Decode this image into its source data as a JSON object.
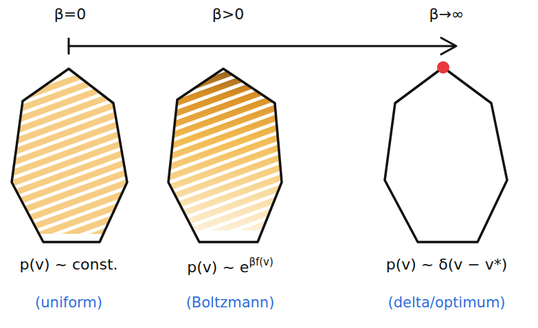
{
  "diagram": {
    "labels": [
      "β=0",
      "β>0",
      "β→∞",
      "p(v) ~ const.",
      "(uniform)",
      "p(v) ~ e",
      "βf(v)",
      "(Boltzmann)",
      "p(v) ~ δ(v − v*)",
      "(delta/optimum)"
    ]
  }
}
